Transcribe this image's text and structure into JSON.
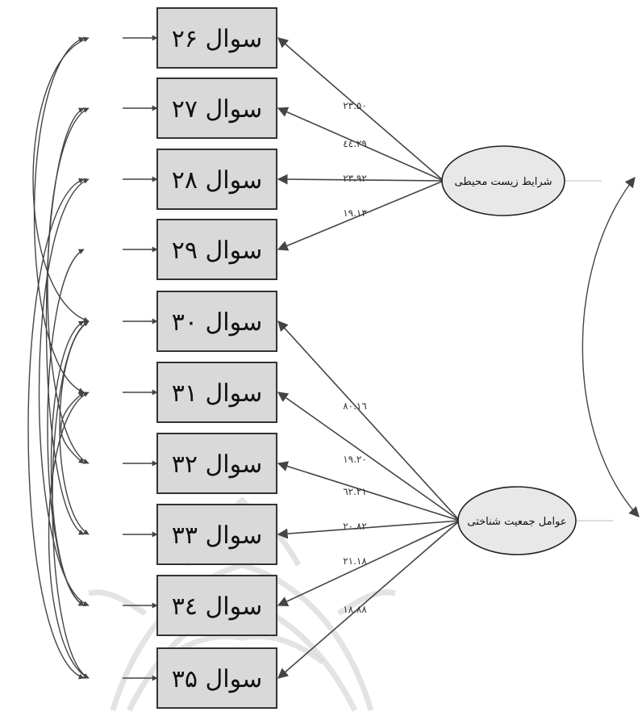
{
  "diagram": {
    "items": [
      {
        "label": "سوال ۲۶"
      },
      {
        "label": "سوال ۲۷"
      },
      {
        "label": "سوال ۲۸"
      },
      {
        "label": "سوال ۲۹"
      },
      {
        "label": "سوال ۳۰"
      },
      {
        "label": "سوال ۳۱"
      },
      {
        "label": "سوال ۳۲"
      },
      {
        "label": "سوال ۳۳"
      },
      {
        "label": "سوال ۳٤"
      },
      {
        "label": "سوال ۳۵"
      }
    ],
    "factors": [
      {
        "label": "شرایط زیست محیطی",
        "loadings": [
          "۲۳.۵۰",
          "۲۹.٤٤",
          "۲۳.۹۲",
          "۱۹.۱۳"
        ]
      },
      {
        "label": "عوامل جمعیت شناختی",
        "loadings": [
          "۱٦.۸۰",
          "۱۹.۲۰",
          "۲۱.٦۲",
          "۲۰.۸۲",
          "۲۱.۱۸",
          "۱۸.۸۸"
        ]
      }
    ]
  }
}
